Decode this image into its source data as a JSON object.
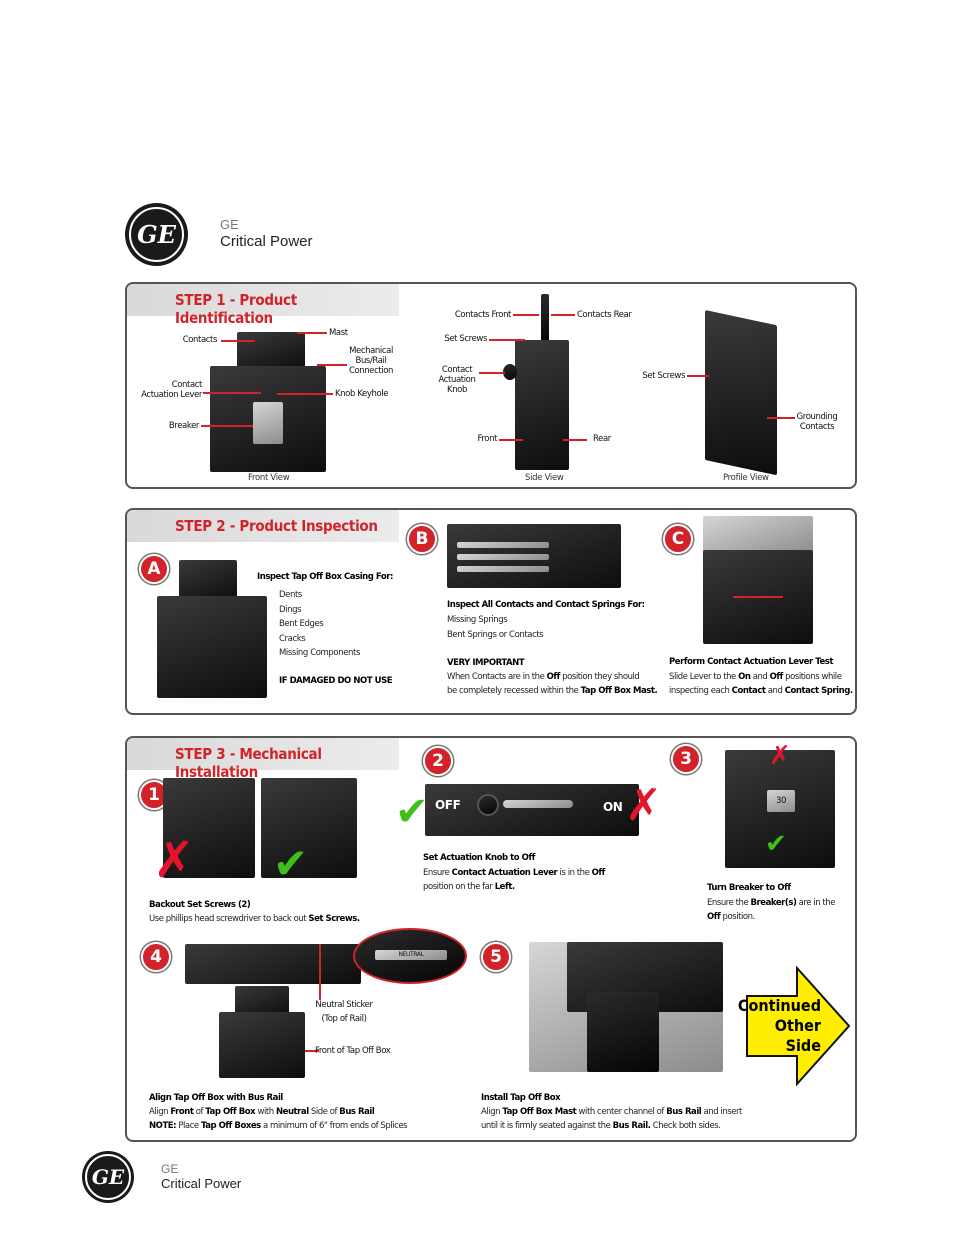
{
  "brand": {
    "line1": "GE",
    "line2": "Critical Power",
    "logo_mark": "GE"
  },
  "step1": {
    "title": "STEP 1 - Product Identification",
    "labels": {
      "contacts": "Contacts",
      "mast": "Mast",
      "mech": [
        "Mechanical",
        "Bus/Rail",
        "Connection"
      ],
      "lever": [
        "Contact",
        "Actuation Lever"
      ],
      "keyhole": "Knob Keyhole",
      "breaker": "Breaker",
      "contacts_front": "Contacts Front",
      "contacts_rear": "Contacts Rear",
      "set_screws": "Set Screws",
      "knob": [
        "Contact",
        "Actuation",
        "Knob"
      ],
      "front": "Front",
      "rear": "Rear",
      "set_screws_profile": "Set Screws",
      "grounding": [
        "Grounding",
        "Contacts"
      ]
    },
    "views": {
      "front": "Front View",
      "side": "Side View",
      "profile": "Profile View"
    }
  },
  "step2": {
    "title": "STEP 2 - Product Inspection",
    "a": {
      "badge": "A",
      "heading": "Inspect Tap Off Box Casing For:",
      "items": [
        "Dents",
        "Dings",
        "Bent Edges",
        "Cracks",
        "Missing Components"
      ],
      "warning": "IF DAMAGED DO NOT USE"
    },
    "b": {
      "badge": "B",
      "heading": "Inspect All Contacts and Contact Springs For:",
      "items": [
        "Missing Springs",
        "Bent Springs or Contacts"
      ],
      "important_heading": "VERY IMPORTANT",
      "important_1a": "When Contacts are in the ",
      "important_1b": "Off",
      "important_1c": " position they should",
      "important_2a": "be completely recessed within the ",
      "important_2b": "Tap Off Box Mast."
    },
    "c": {
      "badge": "C",
      "heading": "Perform Contact Actuation Lever Test",
      "line1a": "Slide Lever to the ",
      "line1b": "On",
      "line1c": " and ",
      "line1d": "Off",
      "line1e": " positions while",
      "line2a": "inspecting each ",
      "line2b": "Contact",
      "line2c": " and ",
      "line2d": "Contact Spring."
    }
  },
  "step3": {
    "title": "STEP 3 - Mechanical Installation",
    "s1": {
      "badge": "1",
      "heading": "Backout Set Screws (2)",
      "line_a": "Use phillips head screwdriver to back out ",
      "line_b": "Set Screws."
    },
    "s2": {
      "badge": "2",
      "off": "OFF",
      "on": "ON",
      "heading": "Set Actuation Knob to Off",
      "line1a": "Ensure ",
      "line1b": "Contact Actuation Lever",
      "line1c": " is in the ",
      "line1d": "Off",
      "line2a": "position on the far ",
      "line2b": "Left."
    },
    "s3": {
      "badge": "3",
      "breaker_rating": "30",
      "heading": "Turn Breaker to Off",
      "line1a": "Ensure the ",
      "line1b": "Breaker(s)",
      "line1c": " are in the",
      "line2a": "Off",
      "line2b": " position."
    },
    "s4": {
      "badge": "4",
      "sticker_text": "NEUTRAL",
      "sticker_label": [
        "Neutral Sticker",
        "(Top of Rail)"
      ],
      "front_label": "Front of Tap Off Box",
      "heading": "Align Tap Off Box with Bus Rail",
      "line1a": "Align ",
      "line1b": "Front",
      "line1c": " of ",
      "line1d": "Tap Off Box",
      "line1e": " with ",
      "line1f": "Neutral",
      "line1g": " Side of ",
      "line1h": "Bus Rail",
      "line2a": "NOTE:",
      "line2b": " Place ",
      "line2c": "Tap Off Boxes",
      "line2d": " a minimum of 6\" from ends of Splices"
    },
    "s5": {
      "badge": "5",
      "heading": "Install Tap Off Box",
      "line1a": "Align ",
      "line1b": "Tap Off Box Mast",
      "line1c": " with center channel of ",
      "line1d": "Bus Rail",
      "line1e": " and insert",
      "line2a": "until it is firmly seated against the ",
      "line2b": "Bus Rail.",
      "line2c": "  Check both sides."
    },
    "continued": [
      "Continued",
      "Other",
      "Side"
    ]
  },
  "colors": {
    "accent_red": "#d2232a",
    "check_green": "#3fbf1a",
    "arrow_yellow": "#ffee00"
  },
  "icons": {
    "x": "x-mark-icon",
    "check": "check-mark-icon",
    "arrow": "continue-arrow-icon"
  }
}
